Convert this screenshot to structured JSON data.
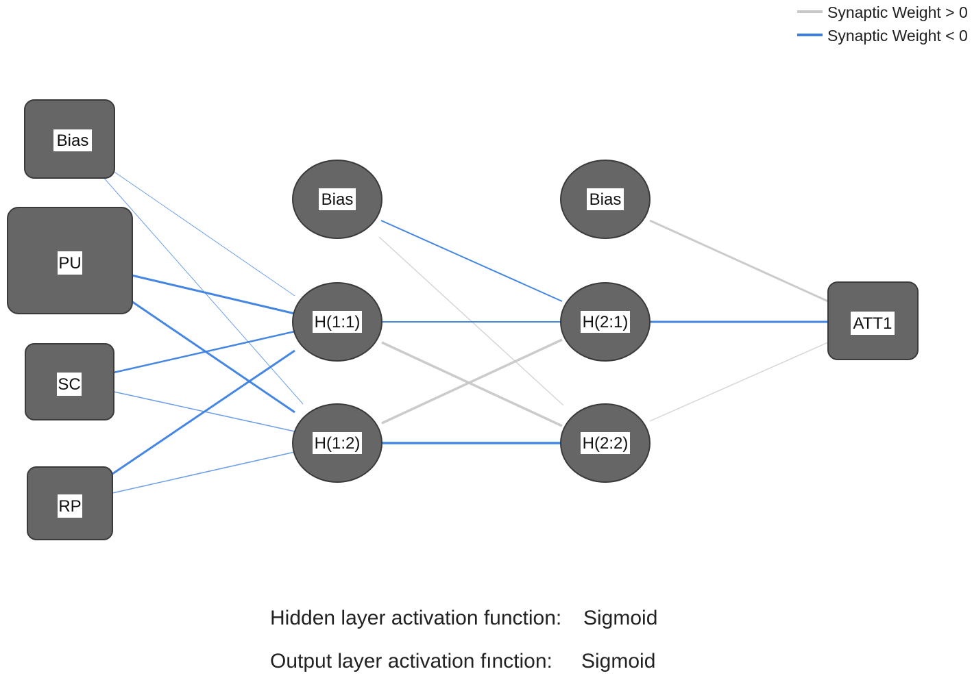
{
  "legend": {
    "positive_label": "Synaptic Weight > 0",
    "negative_label": "Synaptic Weight < 0",
    "positive_color": "#c8c8c8",
    "negative_color": "#3b7fe0"
  },
  "node_color": "#666666",
  "nodes": {
    "in_bias": "Bias",
    "pu": "PU",
    "sc": "SC",
    "rp": "RP",
    "h1_bias": "Bias",
    "h11": "H(1:1)",
    "h12": "H(1:2)",
    "h2_bias": "Bias",
    "h21": "H(2:1)",
    "h22": "H(2:2)",
    "out": "ATT1"
  },
  "connections": [
    {
      "from": "in_bias",
      "to": "h11",
      "sign": "negative",
      "strength": 1
    },
    {
      "from": "in_bias",
      "to": "h12",
      "sign": "negative",
      "strength": 1
    },
    {
      "from": "pu",
      "to": "h11",
      "sign": "negative",
      "strength": 3
    },
    {
      "from": "pu",
      "to": "h12",
      "sign": "negative",
      "strength": 3
    },
    {
      "from": "sc",
      "to": "h11",
      "sign": "negative",
      "strength": 2.5
    },
    {
      "from": "sc",
      "to": "h12",
      "sign": "negative",
      "strength": 1.5
    },
    {
      "from": "rp",
      "to": "h11",
      "sign": "negative",
      "strength": 3
    },
    {
      "from": "rp",
      "to": "h12",
      "sign": "negative",
      "strength": 1.5
    },
    {
      "from": "h1_bias",
      "to": "h21",
      "sign": "negative",
      "strength": 2
    },
    {
      "from": "h1_bias",
      "to": "h22",
      "sign": "positive",
      "strength": 1.5
    },
    {
      "from": "h11",
      "to": "h21",
      "sign": "negative",
      "strength": 2
    },
    {
      "from": "h11",
      "to": "h22",
      "sign": "positive",
      "strength": 3.5
    },
    {
      "from": "h12",
      "to": "h21",
      "sign": "positive",
      "strength": 3.5
    },
    {
      "from": "h12",
      "to": "h22",
      "sign": "negative",
      "strength": 3.5
    },
    {
      "from": "h2_bias",
      "to": "out",
      "sign": "positive",
      "strength": 3
    },
    {
      "from": "h21",
      "to": "out",
      "sign": "negative",
      "strength": 3
    },
    {
      "from": "h22",
      "to": "out",
      "sign": "positive",
      "strength": 1.5
    }
  ],
  "footer": {
    "hidden_label": "Hidden layer activation function:",
    "hidden_value": "Sigmoid",
    "output_label": "Output layer activation fınction:",
    "output_value": "Sigmoid"
  }
}
